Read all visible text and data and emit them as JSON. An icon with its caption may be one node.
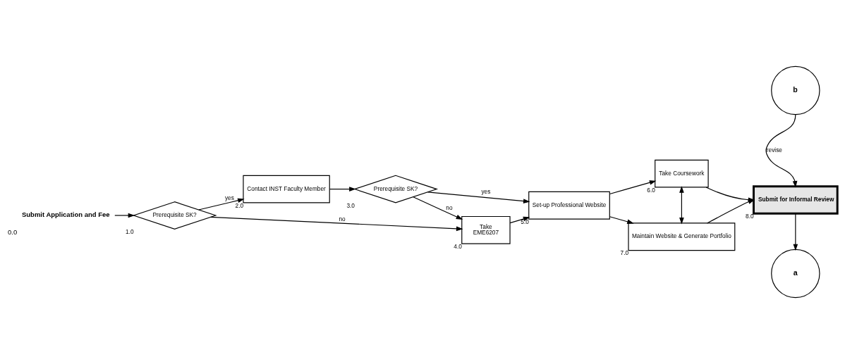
{
  "diagram": {
    "nodes": [
      {
        "text": [
          "Submit Application and Fee"
        ],
        "beside": [
          "0.0"
        ]
      },
      {
        "text": [
          "Prerequisite SK?"
        ],
        "beside": [
          "1.0"
        ]
      },
      {
        "text": [
          "Contact INST Faculty Member"
        ],
        "beside": [
          "2.0"
        ]
      },
      {
        "text": [
          "Prerequisite SK?"
        ],
        "beside": [
          "3.0"
        ]
      },
      {
        "text": [
          "Take",
          "EME6207"
        ],
        "beside": [
          "4.0"
        ]
      },
      {
        "text": [
          "Set-up Professional Website"
        ],
        "beside": [
          "5.0"
        ]
      },
      {
        "text": [
          "Take Coursework"
        ],
        "beside": [
          "6.0"
        ]
      },
      {
        "text": [
          "Maintain Website & Generate Portfolio"
        ],
        "beside": [
          "7.0"
        ]
      },
      {
        "text": [
          "Submit for Informal Review"
        ],
        "beside": [
          "8.0"
        ]
      },
      {
        "text": [
          "b"
        ]
      },
      {
        "text": [
          "a"
        ]
      }
    ],
    "edges": [
      {
        "from": 0,
        "to": 1,
        "arrow": "to"
      },
      {
        "from": 1,
        "to": 2,
        "arrow": "to",
        "label": "yes"
      },
      {
        "from": 2,
        "to": 3,
        "arrow": "to"
      },
      {
        "from": 3,
        "to": 5,
        "arrow": "to",
        "label": "yes"
      },
      {
        "from": 1,
        "to": 4,
        "arrow": "to",
        "label": "no"
      },
      {
        "from": 3,
        "to": 4,
        "arrow": "to",
        "label": "no"
      },
      {
        "from": 4,
        "to": 5,
        "arrow": "to"
      },
      {
        "from": 5,
        "to": 6,
        "arrow": "to"
      },
      {
        "from": 5,
        "to": 7,
        "arrow": "to"
      },
      {
        "from": 6,
        "to": 7,
        "arrow": "both"
      },
      {
        "from": 6,
        "to": 8,
        "arrow": "to"
      },
      {
        "from": 7,
        "to": 8,
        "arrow": "to"
      },
      {
        "from": 9,
        "to": 8,
        "arrow": "to",
        "label": "revise"
      },
      {
        "from": 8,
        "to": 10,
        "arrow": "to"
      }
    ]
  }
}
